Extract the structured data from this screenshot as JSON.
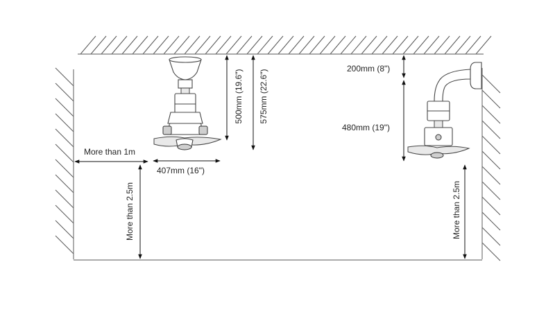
{
  "labels": {
    "ceiling_500": "500mm (19.6\")",
    "ceiling_575": "575mm (22.6\")",
    "clearance_side": "More than 1m",
    "blade_span": "407mm  (16\")",
    "height_left": "More than 2.5m",
    "wall_200": "200mm (8\")",
    "wall_480": "480mm (19\")",
    "height_right": "More than 2.5m"
  },
  "colors": {
    "line": "#111111",
    "hatch": "#555555",
    "outline": "#444444"
  }
}
